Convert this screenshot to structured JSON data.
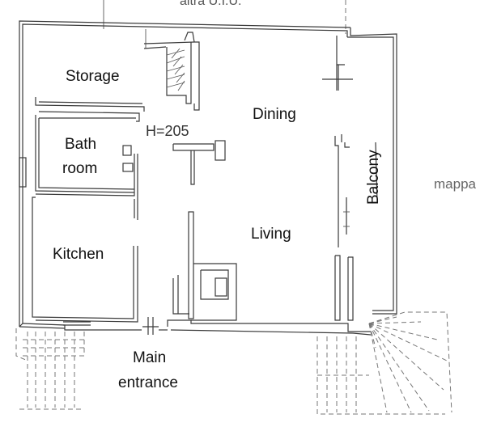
{
  "plan": {
    "top_label": "altra U.I.U.",
    "side_label": "mappa",
    "height_label": "H=205",
    "rooms": {
      "storage": "Storage",
      "dining": "Dining",
      "bathroom_line1": "Bath",
      "bathroom_line2": "room",
      "balcony": "Balcony",
      "living": "Living",
      "kitchen": "Kitchen",
      "entrance_line1": "Main",
      "entrance_line2": "entrance"
    }
  }
}
